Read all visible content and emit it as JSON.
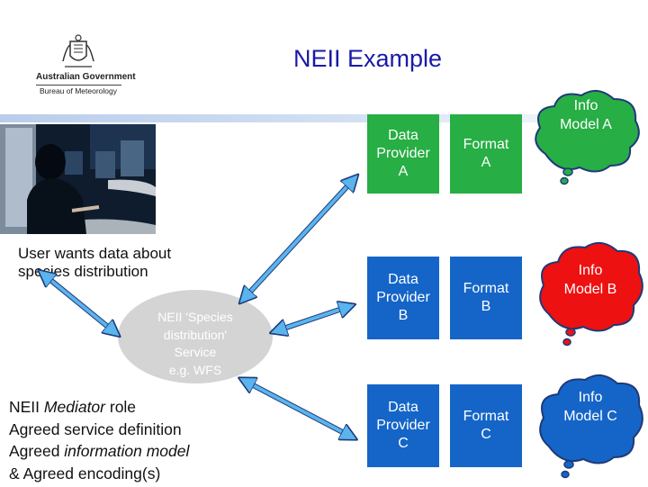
{
  "header": {
    "title": "NEII Example",
    "logo": {
      "line1": "Australian Government",
      "line2": "Bureau of Meteorology"
    }
  },
  "colors": {
    "title": "#1a1aa8",
    "band": "#c8d8ef",
    "green": "#27ae44",
    "blue": "#1565c8",
    "red": "#ee1111",
    "cloud_outline": "#1e3a78",
    "arrow": "#5ab4ee",
    "service": "#d4d4d4"
  },
  "user": {
    "text": "User wants data about\nspecies distribution"
  },
  "service": {
    "text": "NEII 'Species\ndistribution'\nService\ne.g. WFS"
  },
  "mediator": {
    "line1_prefix": "NEII ",
    "line1_italic": "Mediator",
    "line1_suffix": " role",
    "line2": "Agreed service definition",
    "line3_prefix": "Agreed ",
    "line3_italic": "information model",
    "line4": "& Agreed encoding(s)"
  },
  "providers": {
    "a": {
      "provider": "Data\nProvider\nA",
      "format": "Format\nA",
      "model": "Info\nModel A"
    },
    "b": {
      "provider": "Data\nProvider\nB",
      "format": "Format\nB",
      "model": "Info\nModel B"
    },
    "c": {
      "provider": "Data\nProvider\nC",
      "format": "Format\nC",
      "model": "Info\nModel C"
    }
  }
}
